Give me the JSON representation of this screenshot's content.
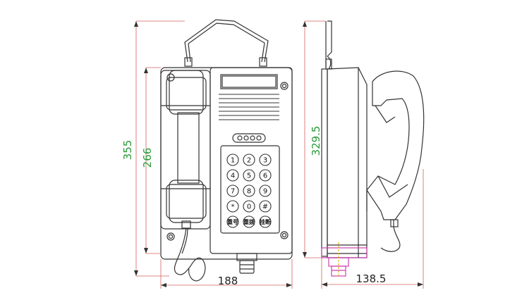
{
  "dimensions": {
    "total_height": "355",
    "body_height": "266",
    "width": "188",
    "side_height": "329.5",
    "depth": "138.5"
  },
  "keypad": {
    "keys": [
      "1",
      "2",
      "3",
      "4",
      "5",
      "6",
      "7",
      "8",
      "9",
      "*",
      "0",
      "#"
    ],
    "function_keys": [
      "重号",
      "重拨",
      "挂断"
    ]
  },
  "colors": {
    "line": "#333333",
    "dimension_green": "#2a9a3a",
    "dimension_black": "#222222",
    "gland_magenta": "#d040b0"
  }
}
